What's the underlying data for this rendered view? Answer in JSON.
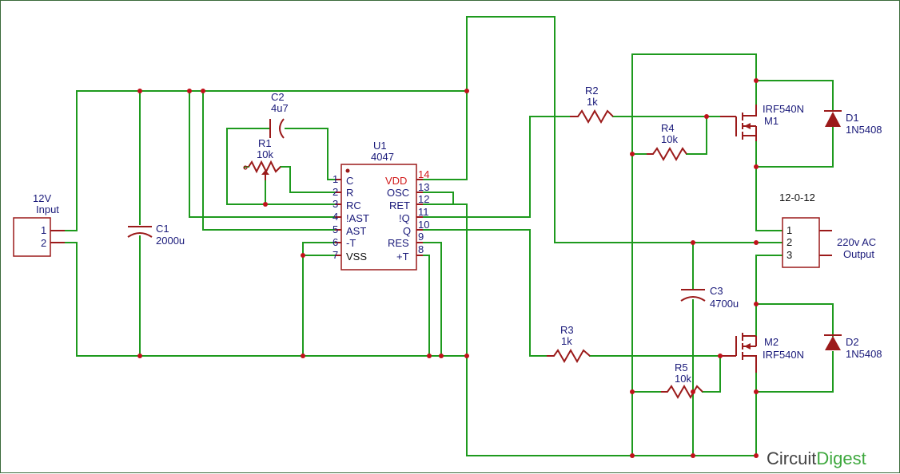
{
  "diagram": {
    "brand": {
      "name_part1": "Circuit",
      "name_part2": "Digest"
    },
    "input": {
      "title_line1": "12V",
      "title_line2": "Input",
      "pin1": "1",
      "pin2": "2"
    },
    "c1": {
      "name": "C1",
      "value": "2000u"
    },
    "c2": {
      "name": "C2",
      "value": "4u7"
    },
    "r1": {
      "name": "R1",
      "value": "10k"
    },
    "u1": {
      "name": "U1",
      "part": "4047",
      "left_pins": [
        {
          "num": "1",
          "label": "C"
        },
        {
          "num": "2",
          "label": "R"
        },
        {
          "num": "3",
          "label": "RC"
        },
        {
          "num": "4",
          "label": "!AST"
        },
        {
          "num": "5",
          "label": "AST"
        },
        {
          "num": "6",
          "label": "-T"
        },
        {
          "num": "7",
          "label": "VSS"
        }
      ],
      "right_pins": [
        {
          "num": "14",
          "label": "VDD"
        },
        {
          "num": "13",
          "label": "OSC"
        },
        {
          "num": "12",
          "label": "RET"
        },
        {
          "num": "11",
          "label": "!Q"
        },
        {
          "num": "10",
          "label": "Q"
        },
        {
          "num": "9",
          "label": "RES"
        },
        {
          "num": "8",
          "label": "+T"
        }
      ]
    },
    "r2": {
      "name": "R2",
      "value": "1k"
    },
    "r3": {
      "name": "R3",
      "value": "1k"
    },
    "r4": {
      "name": "R4",
      "value": "10k"
    },
    "r5": {
      "name": "R5",
      "value": "10k"
    },
    "c3": {
      "name": "C3",
      "value": "4700u"
    },
    "m1": {
      "part": "IRF540N",
      "name": "M1"
    },
    "m2": {
      "name": "M2",
      "part": "IRF540N"
    },
    "d1": {
      "name": "D1",
      "part": "1N5408"
    },
    "d2": {
      "name": "D2",
      "part": "1N5408"
    },
    "transformer": {
      "name": "12-0-12",
      "pin1": "1",
      "pin2": "2",
      "pin3": "3"
    },
    "output": {
      "line1": "220v AC",
      "line2": "Output"
    }
  }
}
